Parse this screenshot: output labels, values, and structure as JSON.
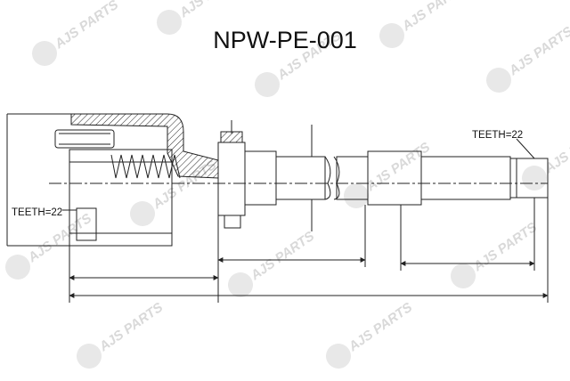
{
  "part_number": "NPW-PE-001",
  "labels": {
    "teeth_left": "TEETH=22",
    "teeth_right": "TEETH=22"
  },
  "watermark": {
    "text": "AJS PARTS",
    "color": "#d9d9d9"
  },
  "colors": {
    "line": "#222222",
    "hatch": "#222222",
    "background": "#ffffff"
  }
}
